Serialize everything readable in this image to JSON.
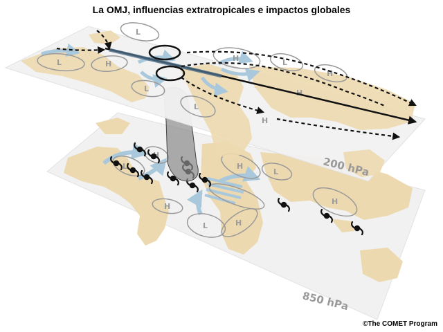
{
  "title": "La OMJ, influencias extratropicales e impactos globales",
  "credit": "©The COMET Program",
  "levels": {
    "upper": "200 hPa",
    "lower": "850 hPa"
  },
  "pressure_labels": {
    "high": "H",
    "low": "L"
  },
  "colors": {
    "plane": "#f1f1f1",
    "land": "#edd9b0",
    "blue_arrow": "#a9c8dc",
    "jet": "#111111"
  }
}
